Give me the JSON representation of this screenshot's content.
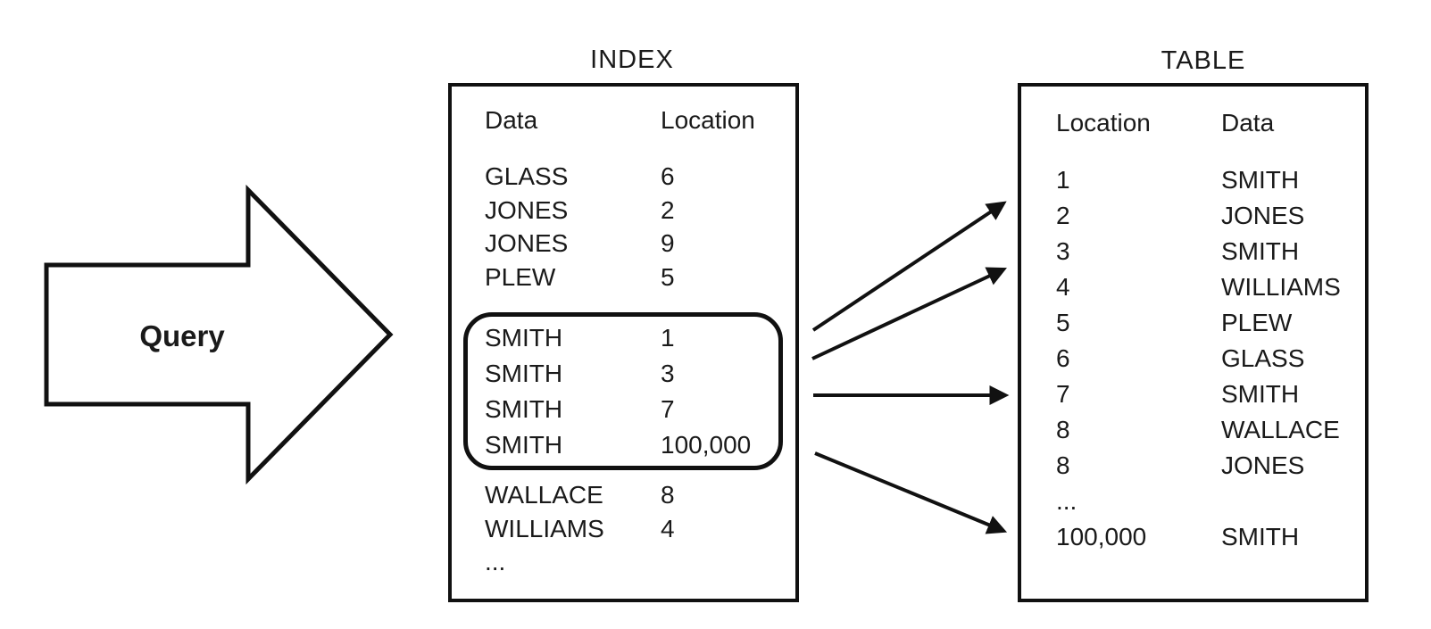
{
  "diagram": {
    "query_label": "Query",
    "index": {
      "title": "INDEX",
      "columns": {
        "col1": "Data",
        "col2": "Location"
      },
      "rows_before": [
        [
          "GLASS",
          "6"
        ],
        [
          "JONES",
          "2"
        ],
        [
          "JONES",
          "9"
        ],
        [
          "PLEW",
          "5"
        ]
      ],
      "rows_highlighted": [
        [
          "SMITH",
          "1"
        ],
        [
          "SMITH",
          "3"
        ],
        [
          "SMITH",
          "7"
        ],
        [
          "SMITH",
          "100,000"
        ]
      ],
      "rows_after": [
        [
          "WALLACE",
          "8"
        ],
        [
          "WILLIAMS",
          "4"
        ],
        [
          "...",
          ""
        ]
      ]
    },
    "table": {
      "title": "TABLE",
      "columns": {
        "col1": "Location",
        "col2": "Data"
      },
      "rows": [
        [
          "1",
          "SMITH"
        ],
        [
          "2",
          "JONES"
        ],
        [
          "3",
          "SMITH"
        ],
        [
          "4",
          "WILLIAMS"
        ],
        [
          "5",
          "PLEW"
        ],
        [
          "6",
          "GLASS"
        ],
        [
          "7",
          "SMITH"
        ],
        [
          "8",
          "WALLACE"
        ],
        [
          "8",
          "JONES"
        ],
        [
          "...",
          ""
        ],
        [
          "100,000",
          "SMITH"
        ]
      ]
    },
    "pointer_arrows": {
      "from": "highlighted SMITH index entries",
      "to_table_locations": [
        "1",
        "3",
        "7",
        "100,000"
      ]
    },
    "colors": {
      "ink": "#1a1a1a",
      "line": "#111111",
      "background": "#ffffff"
    }
  }
}
